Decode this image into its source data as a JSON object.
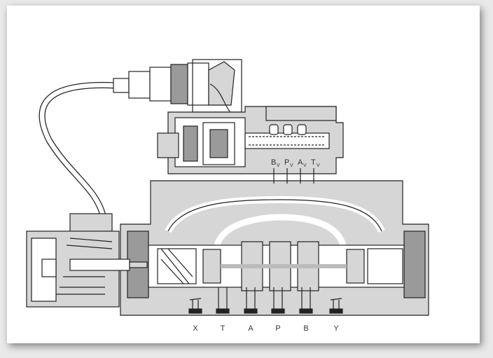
{
  "diagram": {
    "pilot_ports": [
      {
        "letter": "B",
        "sub": "V"
      },
      {
        "letter": "P",
        "sub": "V"
      },
      {
        "letter": "A",
        "sub": "V"
      },
      {
        "letter": "T",
        "sub": "V"
      }
    ],
    "main_ports": [
      "X",
      "T",
      "A",
      "P",
      "B",
      "Y"
    ],
    "colors": {
      "body": "#d6d6d6",
      "line": "#222222",
      "shade": "#9a9a9a"
    }
  }
}
